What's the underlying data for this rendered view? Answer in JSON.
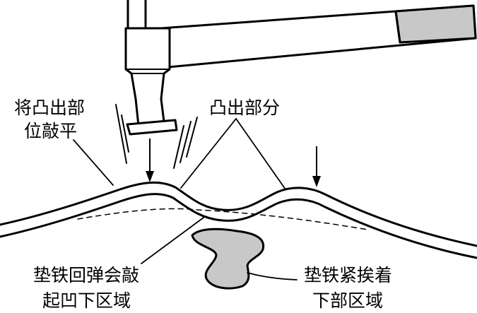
{
  "labels": {
    "flatten_line1": "将凸出部",
    "flatten_line2": "位敲平",
    "bulge_part": "凸出部分",
    "dolly_rebound_line1": "垫铁回弹会敲",
    "dolly_rebound_line2": "起凹下区域",
    "dolly_press_line1": "垫铁紧挨着",
    "dolly_press_line2": "下部区域"
  },
  "colors": {
    "ink": "#000000",
    "fill_gray": "#c8c8c8",
    "background": "#ffffff"
  },
  "icons": {
    "hammer": "hammer-icon",
    "dolly": "dolly-block-icon"
  }
}
